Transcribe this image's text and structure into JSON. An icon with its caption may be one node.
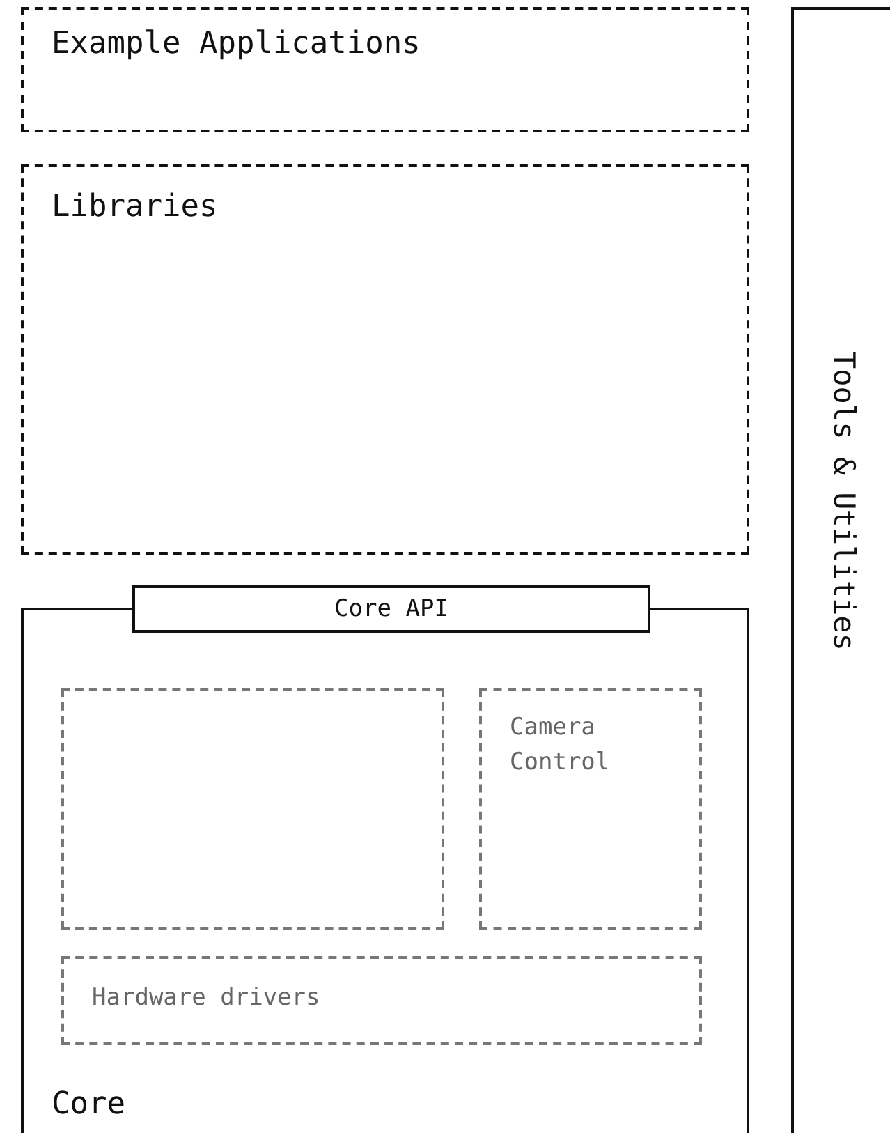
{
  "diagram": {
    "nodes": [
      {
        "text": [
          "Example Applications"
        ]
      },
      {
        "text": [
          "Libraries"
        ]
      },
      {
        "text": [
          "Core API"
        ]
      },
      {
        "text": [
          "Core"
        ]
      },
      {
        "text": [],
        "shape": "box",
        "in": 3
      },
      {
        "text": [
          "Camera Control"
        ],
        "in": 3
      },
      {
        "text": [
          "Hardware drivers"
        ],
        "in": 3
      },
      {
        "text": [
          "Tools & Utilities"
        ]
      }
    ]
  }
}
